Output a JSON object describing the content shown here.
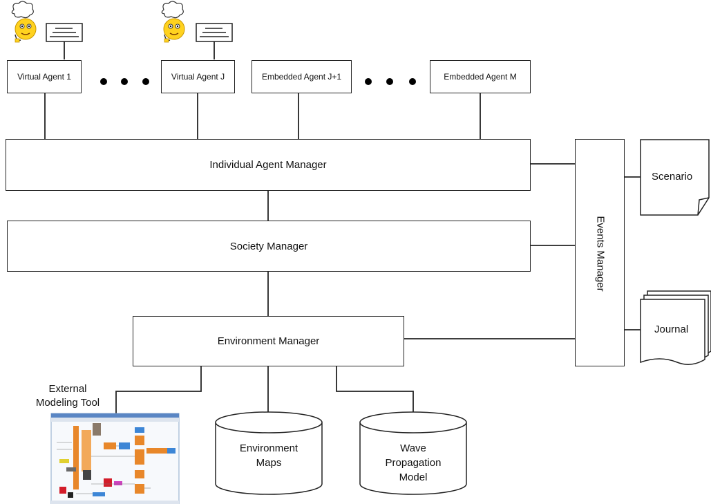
{
  "agents": [
    {
      "label": "Virtual Agent 1",
      "kind": "virtual"
    },
    {
      "label": "Virtual Agent J",
      "kind": "virtual"
    },
    {
      "label": "Embedded Agent J+1",
      "kind": "embedded"
    },
    {
      "label": "Embedded Agent M",
      "kind": "embedded"
    }
  ],
  "managers": {
    "individual": "Individual Agent Manager",
    "society": "Society Manager",
    "environment": "Environment Manager",
    "events": "Events Manager"
  },
  "documents": {
    "scenario": "Scenario",
    "journal": "Journal"
  },
  "databases": {
    "environment_maps": [
      "Environment",
      "Maps"
    ],
    "wave_propagation": [
      "Wave",
      "Propagation",
      "Model"
    ]
  },
  "external_tool": {
    "label": [
      "External",
      "Modeling Tool"
    ]
  },
  "icons": {
    "agent": "smiley-thinking-icon",
    "terminal": "terminal-screen-icon",
    "ellipsis": "ellipsis-dots-icon",
    "tool": "modeling-tool-screenshot"
  },
  "colors": {
    "line": "#222222",
    "face": "#ffd21f",
    "tool_orange": "#e8872a",
    "tool_blue": "#3d86d6"
  }
}
